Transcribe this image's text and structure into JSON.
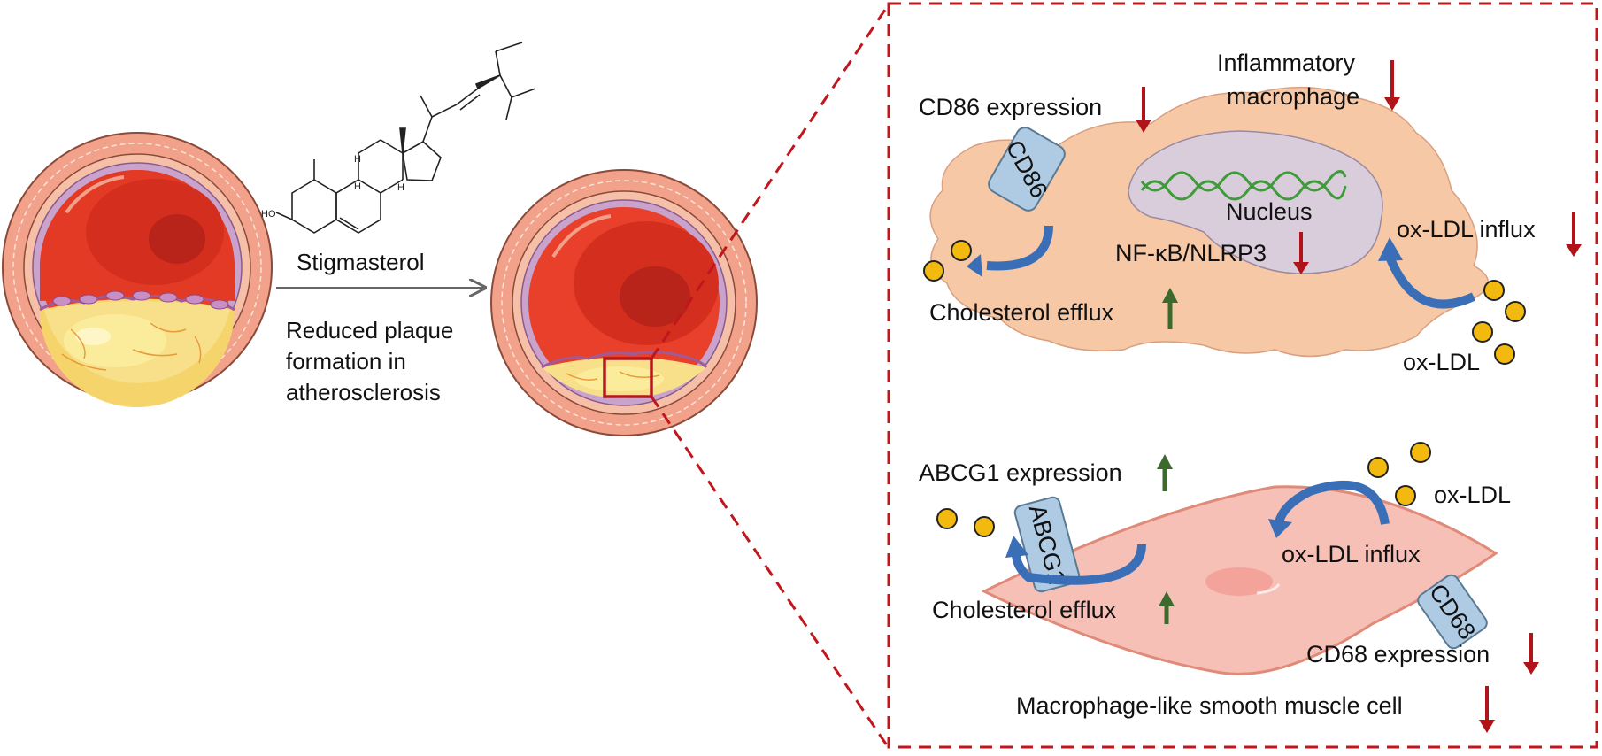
{
  "left": {
    "arrow_label": "Stigmasterol",
    "outcome_lines": [
      "Reduced plaque",
      "formation in",
      "atherosclerosis"
    ],
    "molecule": {
      "ho_label": "HO",
      "h_label": "H"
    }
  },
  "macrophage": {
    "cd86_expression": "CD86 expression",
    "inflammatory_line1": "Inflammatory",
    "inflammatory_line2": "macrophage",
    "receptor": "CD86",
    "nucleus": "Nucleus",
    "nfkb": "NF-κB/NLRP3",
    "oxldl_influx": "ox-LDL influx",
    "cholesterol_efflux": "Cholesterol efflux",
    "oxldl": "ox-LDL"
  },
  "smooth_muscle": {
    "abcg1_expression": "ABCG1 expression",
    "receptor_abcg1": "ABCG1",
    "oxldl": "ox-LDL",
    "oxldl_influx": "ox-LDL influx",
    "cholesterol_efflux": "Cholesterol efflux",
    "receptor_cd68": "CD68",
    "cd68_expression": "CD68 expression",
    "cell_label": "Macrophage-like smooth muscle cell"
  },
  "colors": {
    "decrease_arrow": "#b01419",
    "increase_arrow": "#3c6a2e",
    "dashed_frame": "#c0161c",
    "ldl_particle": "#f2b90f",
    "receptor": "#aecbe3",
    "curved_arrow": "#3a6fb8",
    "macrophage_body": "#f7c8a6",
    "nucleus_fill": "#d9cddb",
    "smc_body": "#f7c0b6"
  }
}
